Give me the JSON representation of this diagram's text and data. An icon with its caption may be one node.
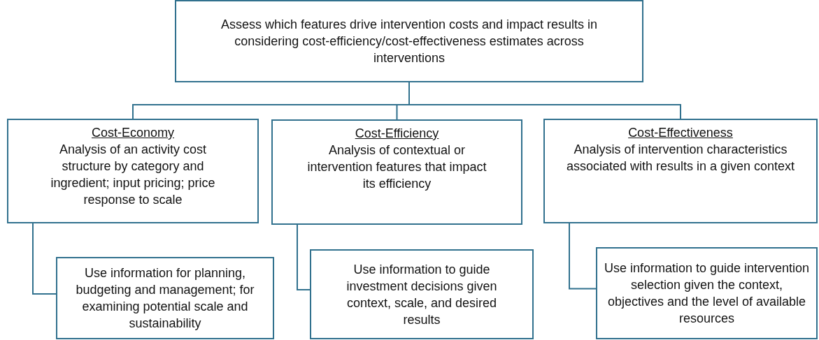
{
  "diagram": {
    "nodes": [
      {
        "text": [
          "Assess which features drive intervention costs and impact results in considering cost-efficiency/cost-effectiveness estimates across interventions"
        ]
      },
      {
        "text": [
          "Cost-Economy",
          "Analysis of an activity cost structure by category and ingredient; input pricing; price response to scale"
        ]
      },
      {
        "text": [
          "Cost-Efficiency",
          "Analysis of contextual or intervention features that impact its efficiency"
        ]
      },
      {
        "text": [
          "Cost-Effectiveness",
          "Analysis of intervention characteristics associated with results in a given context"
        ]
      },
      {
        "text": [
          "Use information for planning, budgeting and management; for examining potential scale and sustainability"
        ]
      },
      {
        "text": [
          "Use information to guide investment decisions given context, scale, and desired results"
        ]
      },
      {
        "text": [
          "Use information to guide intervention selection given the context, objectives and the level of available resources"
        ]
      }
    ],
    "edges": [
      {
        "from": 0,
        "to": 1,
        "arrow": "none"
      },
      {
        "from": 0,
        "to": 2,
        "arrow": "none"
      },
      {
        "from": 0,
        "to": 3,
        "arrow": "none"
      },
      {
        "from": 1,
        "to": 4,
        "arrow": "none"
      },
      {
        "from": 2,
        "to": 5,
        "arrow": "none"
      },
      {
        "from": 3,
        "to": 6,
        "arrow": "none"
      }
    ]
  }
}
